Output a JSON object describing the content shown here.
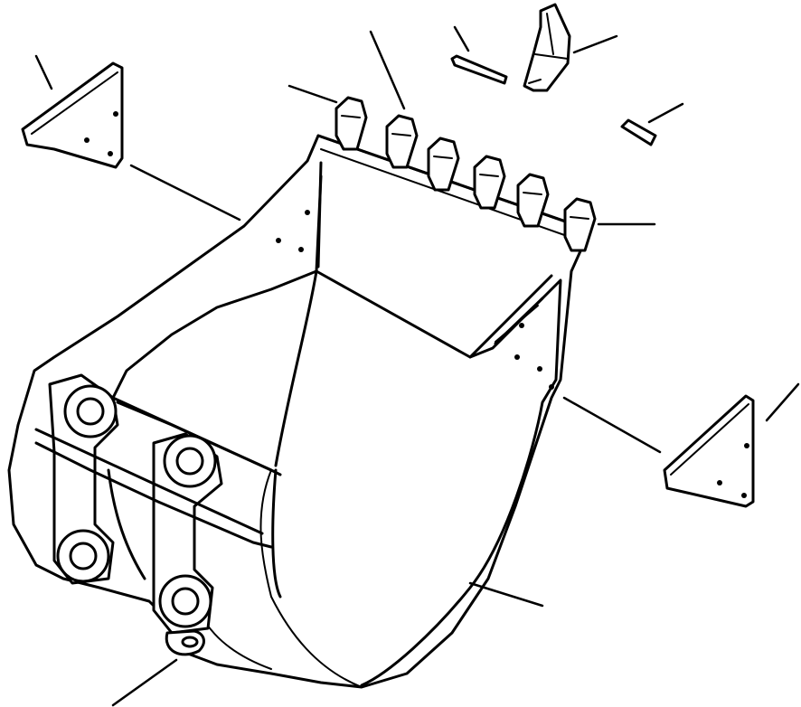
{
  "figure": {
    "kind": "exploded parts drawing",
    "subject": "excavator-bucket",
    "callout_count": 11,
    "labels": []
  },
  "colors": {
    "ink": "#000000",
    "paper": "#ffffff"
  }
}
